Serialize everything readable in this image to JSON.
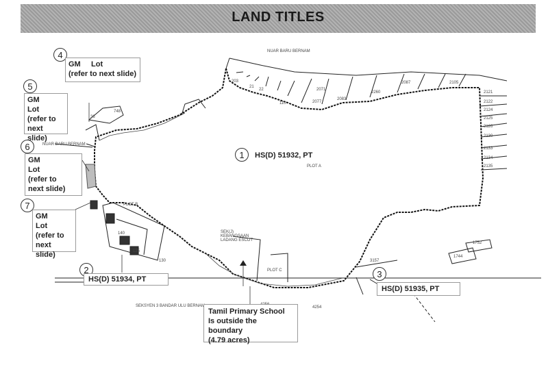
{
  "title": "LAND TITLES",
  "callouts": [
    {
      "num": "1",
      "label": "HS(D) 51932, PT"
    },
    {
      "num": "2",
      "label": "HS(D) 51934, PT"
    },
    {
      "num": "3",
      "label": "HS(D) 51935, PT"
    },
    {
      "num": "4",
      "line1": "GM",
      "line2": "Lot",
      "line3": "(refer to next slide)"
    },
    {
      "num": "5",
      "line1": "GM",
      "line2": "Lot",
      "line3": "(refer to",
      "line4": "next slide)"
    },
    {
      "num": "6",
      "line1": "GM",
      "line2": "Lot",
      "line3": "(refer to",
      "line4": "next slide)"
    },
    {
      "num": "7",
      "line1": "GM",
      "line2": "Lot",
      "line3": "(refer to",
      "line4": "next slide)"
    }
  ],
  "school_note": {
    "line1": "Tamil Primary School",
    "line2": "Is outside the boundary",
    "line3": "(4.79 acres)"
  },
  "lot_numbers": {
    "top": [
      "203",
      "21",
      "22",
      "110",
      "2071",
      "2077",
      "2083",
      "2260",
      "2087",
      "2105",
      "2121",
      "2122",
      "2124",
      "2125",
      "2126",
      "2130",
      "2133",
      "2134",
      "2135"
    ],
    "left": [
      "748",
      "36"
    ],
    "plots": [
      "PLOT A",
      "PLOT B",
      "PLOT C",
      "140",
      "125",
      "130"
    ],
    "bottom": [
      "4256",
      "4254",
      "3157",
      "1752",
      "1744"
    ]
  },
  "map_text": {
    "top_caption": "NUAR BARU BERNAM",
    "left_caption": "NUAR BARU BERNAM",
    "bottom_caption": "SEKSYEN 3 BANDAR ULU BERNAM",
    "school_label": "SEK(J) KEBANGSAAN LADANG ESCOT"
  }
}
